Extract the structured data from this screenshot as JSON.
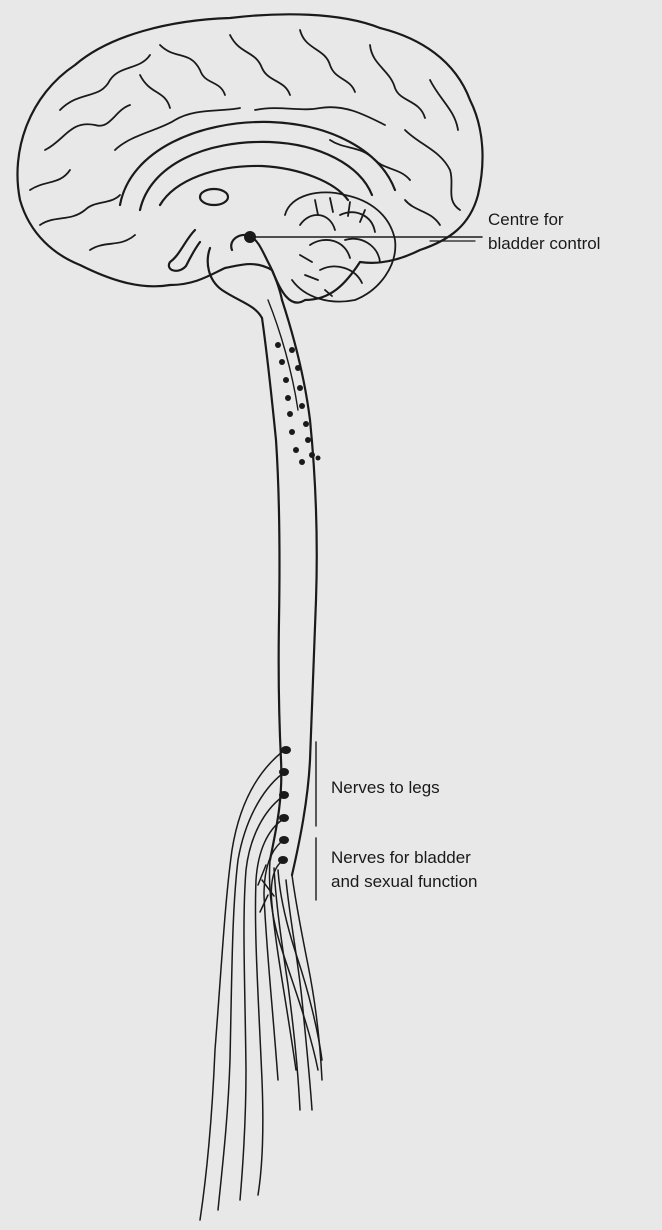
{
  "labels": {
    "bladder_centre": {
      "line1": "Centre for",
      "line2": "bladder control"
    },
    "nerves_legs": {
      "line1": "Nerves to legs"
    },
    "nerves_bladder_sexual": {
      "line1": "Nerves for bladder",
      "line2": "and sexual function"
    }
  },
  "colors": {
    "background": "#e8e8e8",
    "ink": "#1a1a1a"
  }
}
